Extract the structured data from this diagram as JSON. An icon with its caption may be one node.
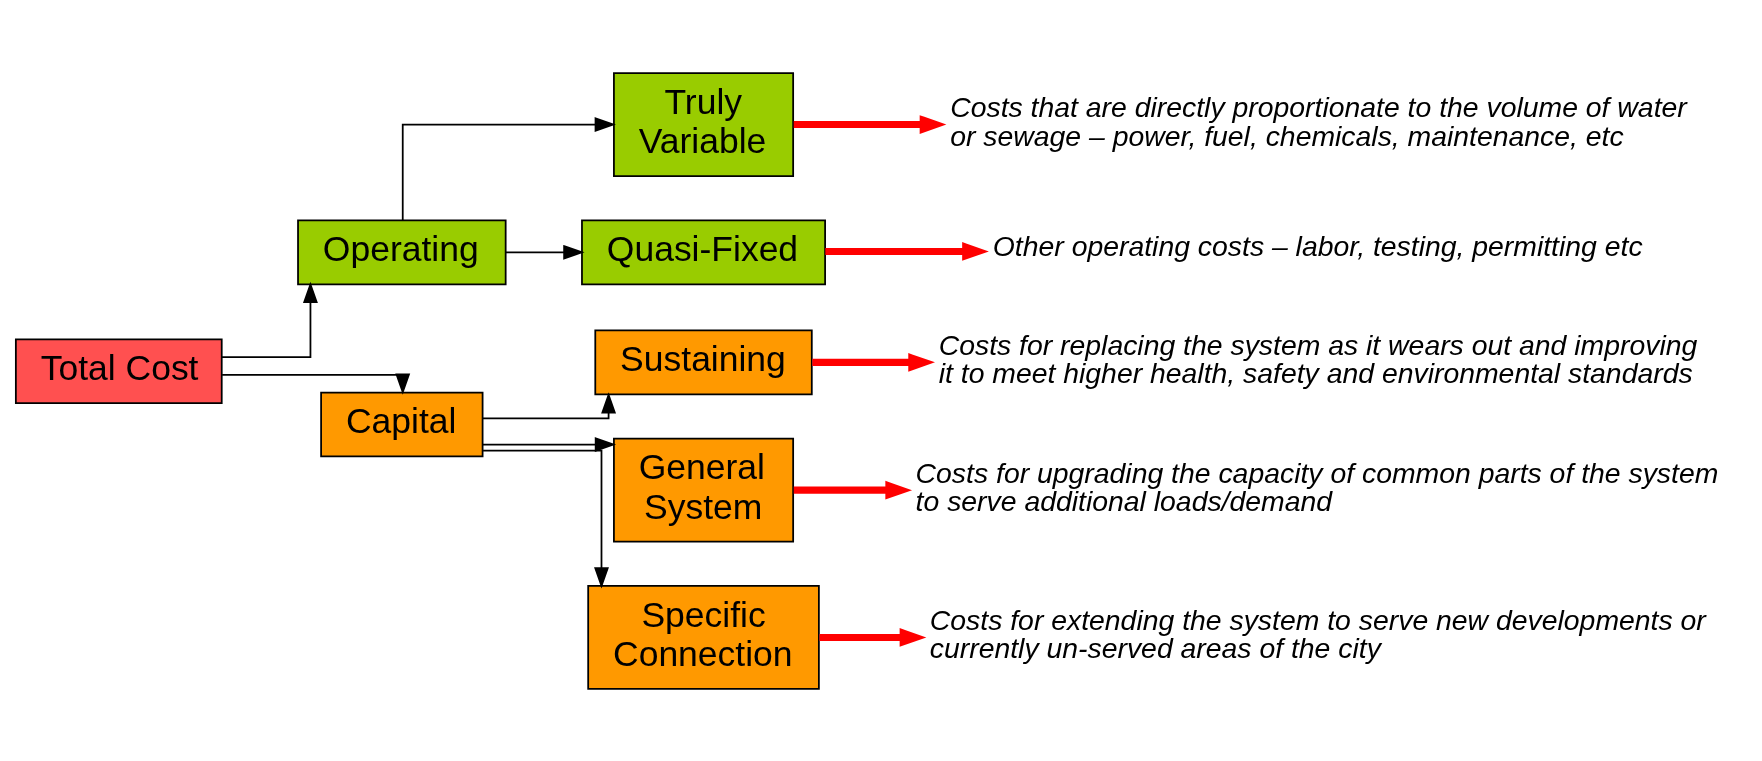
{
  "diagram": {
    "nodes": [
      {
        "text": [
          "Total Cost"
        ]
      },
      {
        "text": [
          "Operating"
        ]
      },
      {
        "text": [
          "Capital"
        ]
      },
      {
        "text": [
          "Truly Variable"
        ]
      },
      {
        "text": [
          "Quasi-Fixed"
        ]
      },
      {
        "text": [
          "Sustaining"
        ]
      },
      {
        "text": [
          "General System"
        ]
      },
      {
        "text": [
          "Specific Connection"
        ]
      },
      {
        "text": [
          "Costs that are directly proportionate to the volume of water or sewage – power, fuel, chemicals, maintenance, etc"
        ]
      },
      {
        "text": [
          "Other operating costs – labor, testing, permitting etc"
        ]
      },
      {
        "text": [
          "Costs for replacing the system as it wears out and improving it to meet higher health, safety and environmental standards"
        ]
      },
      {
        "text": [
          "Costs for upgrading the capacity of common parts of the system to serve additional loads/demand"
        ]
      },
      {
        "text": [
          "Costs for extending the system to serve new developments or currently un-served areas of the city"
        ]
      }
    ],
    "edges": [
      {
        "from": 0,
        "to": 1,
        "arrow": "to"
      },
      {
        "from": 0,
        "to": 2,
        "arrow": "to"
      },
      {
        "from": 1,
        "to": 3,
        "arrow": "to"
      },
      {
        "from": 1,
        "to": 4,
        "arrow": "to"
      },
      {
        "from": 2,
        "to": 5,
        "arrow": "to"
      },
      {
        "from": 2,
        "to": 6,
        "arrow": "to"
      },
      {
        "from": 2,
        "to": 7,
        "arrow": "to"
      },
      {
        "from": 3,
        "to": 8,
        "arrow": "to",
        "style": "thick",
        "color": "#ff0000"
      },
      {
        "from": 4,
        "to": 9,
        "arrow": "to",
        "style": "thick",
        "color": "#ff0000"
      },
      {
        "from": 5,
        "to": 10,
        "arrow": "to",
        "style": "thick",
        "color": "#ff0000"
      },
      {
        "from": 6,
        "to": 11,
        "arrow": "to",
        "style": "thick",
        "color": "#ff0000"
      },
      {
        "from": 7,
        "to": 12,
        "arrow": "to",
        "style": "thick",
        "color": "#ff0000"
      }
    ]
  }
}
